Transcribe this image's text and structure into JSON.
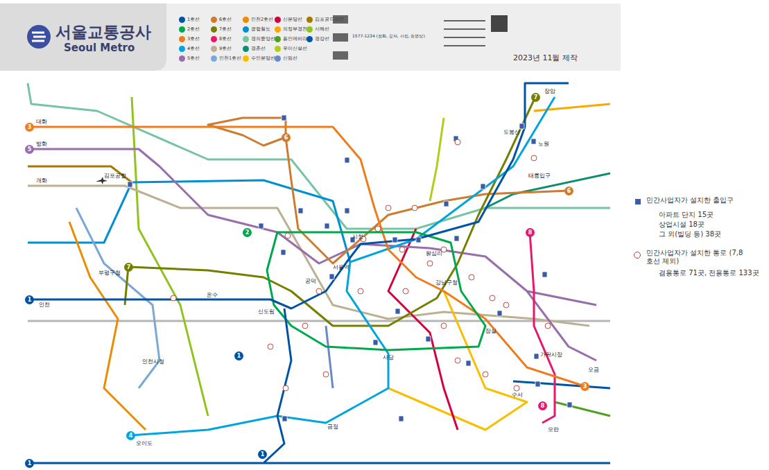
{
  "diagram": {
    "title": "서울교통공사",
    "labels": [
      "Seoul Metro",
      "2023년 11월 제작",
      "1577-1234 (전화, 문자, 사진, 동영상)",
      "아파트 단지 15곳",
      "상업시설 18곳",
      "그 외(빌딩 등) 38곳",
      "겸용통로 71곳, 전용통로 133곳",
      "1",
      "1",
      "1",
      "1",
      "2",
      "3",
      "3",
      "4",
      "5",
      "6",
      "6",
      "7",
      "7",
      "8",
      "8",
      "대화",
      "방화",
      "김포공항",
      "개화",
      "장암",
      "도봉산",
      "노원",
      "태릉입구",
      "시청",
      "서울역",
      "공덕",
      "왕십리",
      "강남구청",
      "잠실",
      "가락시장",
      "수서",
      "오금",
      "사당",
      "신도림",
      "온수",
      "부평구청",
      "인천시청",
      "오이도",
      "금정",
      "모란",
      "인천"
    ],
    "legend": [
      {
        "text": "1호선",
        "color": "#0052a4"
      },
      {
        "text": "2호선",
        "color": "#00a84d"
      },
      {
        "text": "3호선",
        "color": "#ef7c1c"
      },
      {
        "text": "4호선",
        "color": "#00a5de"
      },
      {
        "text": "5호선",
        "color": "#996cac"
      },
      {
        "text": "6호선",
        "color": "#cd7c2f"
      },
      {
        "text": "7호선",
        "color": "#747f00"
      },
      {
        "text": "8호선",
        "color": "#e6186c"
      },
      {
        "text": "9호선",
        "color": "#bdb092"
      },
      {
        "text": "인천1호선",
        "color": "#7ca8d5"
      },
      {
        "text": "인천2호선",
        "color": "#ed8b00"
      },
      {
        "text": "공항철도",
        "color": "#0090d2"
      },
      {
        "text": "경의중앙선",
        "color": "#77c4a3"
      },
      {
        "text": "경춘선",
        "color": "#0c8e72"
      },
      {
        "text": "수인분당선",
        "color": "#fabe00"
      },
      {
        "text": "신분당선",
        "color": "#d4003b"
      },
      {
        "text": "의정부경전철",
        "color": "#fda600"
      },
      {
        "text": "용인에버라인",
        "color": "#509f22"
      },
      {
        "text": "우이신설선",
        "color": "#b0ce18"
      },
      {
        "text": "신림선",
        "color": "#6789ca"
      },
      {
        "text": "김포골드라인",
        "color": "#a17800"
      },
      {
        "text": "서해선",
        "color": "#8fc31f"
      },
      {
        "text": "경강선",
        "color": "#0054a6"
      },
      {
        "text": "민간사업자가 설치한 출입구",
        "color": "#3a5ba7"
      },
      {
        "text": "민간사업자가 설치한 통로 (7,8호선 제외)"
      }
    ]
  }
}
